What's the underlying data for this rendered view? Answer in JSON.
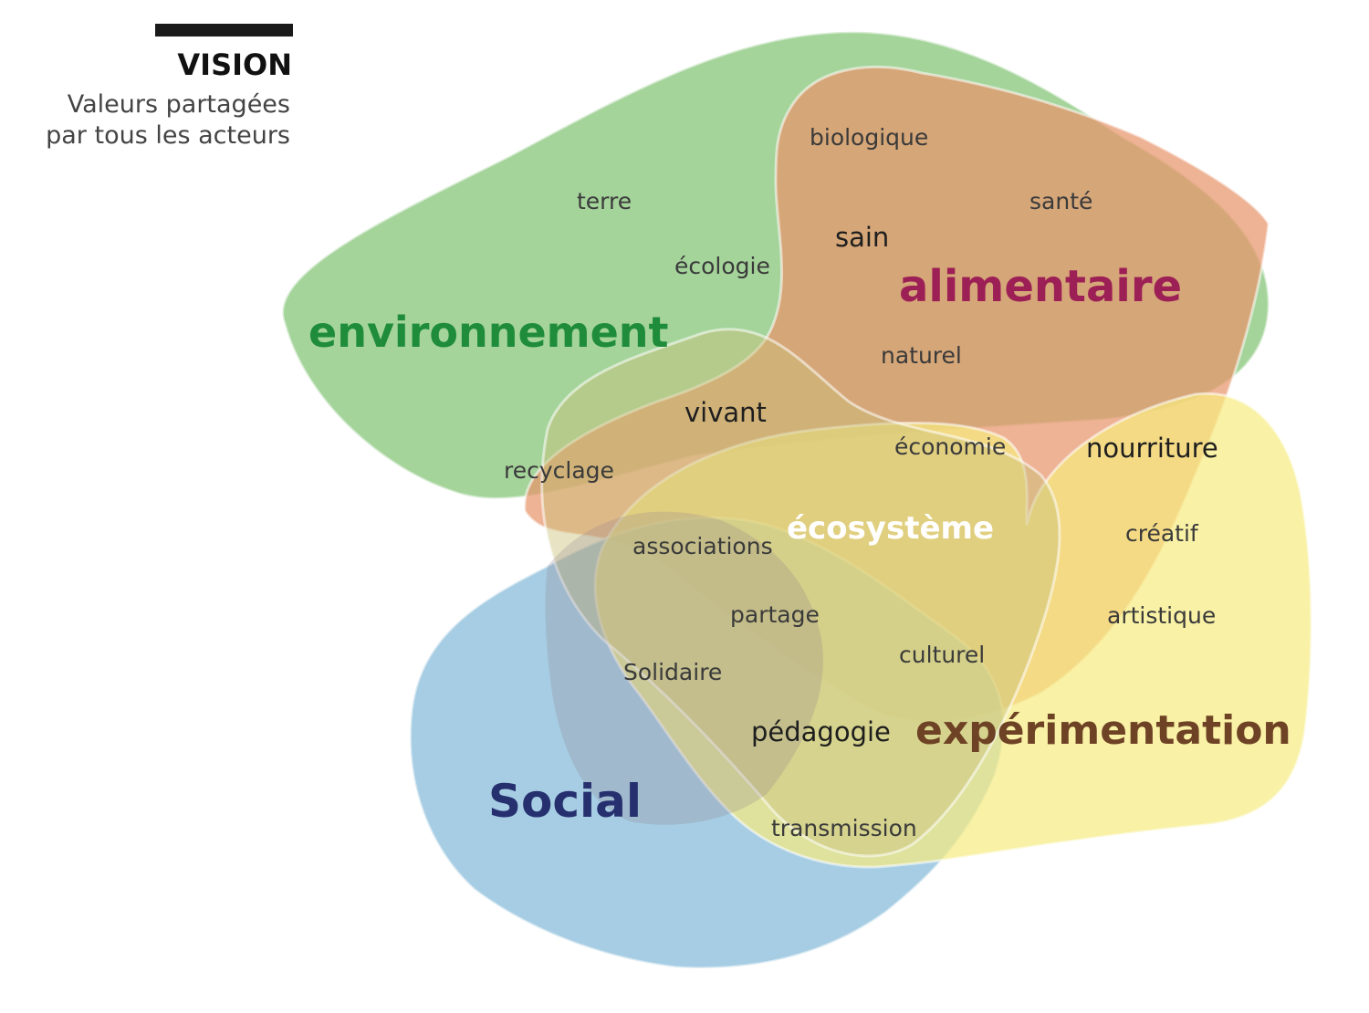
{
  "header": {
    "title": "VISION",
    "subtitle_line1": "Valeurs partagées",
    "subtitle_line2": "par tous les acteurs"
  },
  "categories": {
    "environnement": {
      "label": "environnement",
      "color": "#1e8c3a",
      "fill": "#8ec982"
    },
    "alimentaire": {
      "label": "alimentaire",
      "color": "#9c1f55",
      "fill": "#e8946b"
    },
    "social": {
      "label": "Social",
      "color": "#26306f",
      "fill": "#8dbfdb"
    },
    "experimentation": {
      "label": "expérimentation",
      "color": "#6e4225",
      "fill": "#f6eb7f"
    },
    "ecosysteme": {
      "label": "écosystème",
      "color": "#ffffff"
    }
  },
  "words": {
    "terre": "terre",
    "ecologie": "écologie",
    "biologique": "biologique",
    "sante": "santé",
    "sain": "sain",
    "naturel": "naturel",
    "vivant": "vivant",
    "economie": "économie",
    "nourriture": "nourriture",
    "recyclage": "recyclage",
    "associations": "associations",
    "creatif": "créatif",
    "partage": "partage",
    "artistique": "artistique",
    "solidaire": "Solidaire",
    "culturel": "culturel",
    "pedagogie": "pédagogie",
    "transmission": "transmission"
  }
}
